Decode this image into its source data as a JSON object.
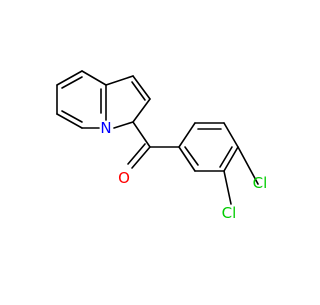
{
  "molecule": {
    "atom_labels": {
      "nitrogen": "N",
      "oxygen": "O",
      "chlorine_para": "Cl",
      "chlorine_meta": "Cl"
    },
    "colors": {
      "bond": "#000000",
      "nitrogen": "#0000ff",
      "oxygen": "#ff0000",
      "chlorine": "#00cc00",
      "background": "#ffffff"
    }
  }
}
